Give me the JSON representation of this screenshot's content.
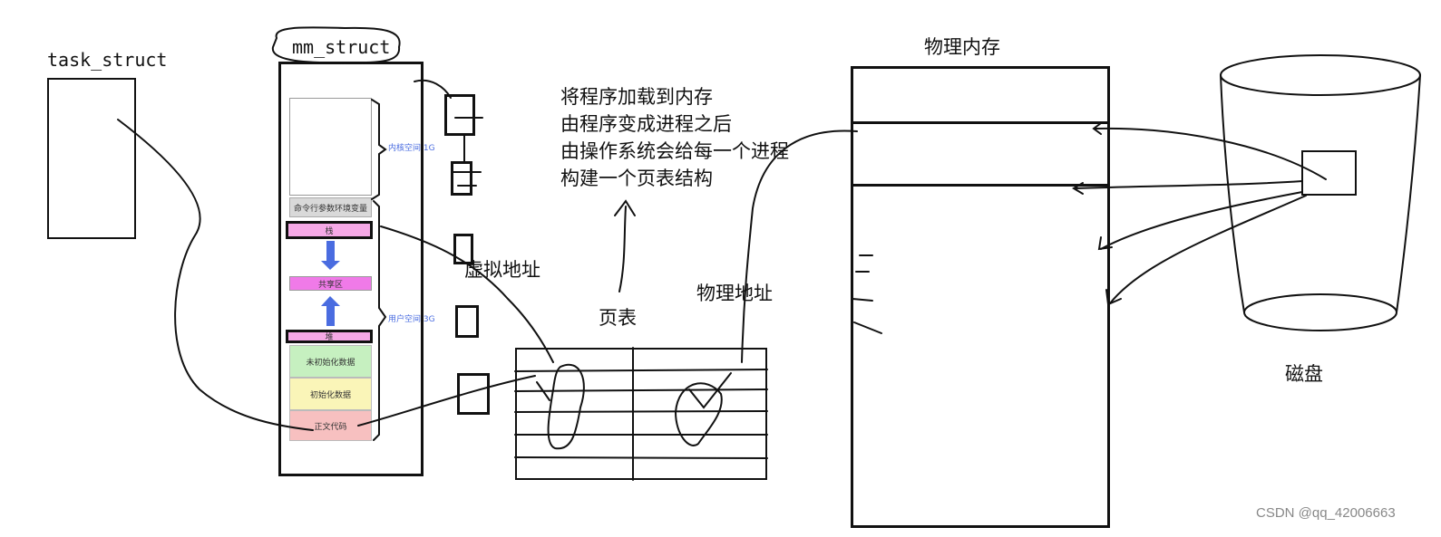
{
  "task_struct_label": "task_struct",
  "mm_struct_label": "mm_struct",
  "memory_layout": {
    "kernel_label": "内核空间 1G",
    "user_label": "用户空间 3G",
    "segments": {
      "cmdline": "命令行参数环境变量",
      "stack": "栈",
      "shared": "共享区",
      "heap": "堆",
      "bss": "未初始化数据",
      "data": "初始化数据",
      "text": "正文代码"
    }
  },
  "virtual_address_label": "虚拟地址",
  "page_table_label": "页表",
  "physical_address_label": "物理地址",
  "physical_memory_label": "物理内存",
  "disk_label": "磁盘",
  "note_lines": [
    "将程序加载到内存",
    "由程序变成进程之后",
    "由操作系统会给每一个进程",
    "构建一个页表结构"
  ],
  "watermark": "CSDN @qq_42006663",
  "colors": {
    "cmdline": "#d9d9d9",
    "stack": "#f5a8e6",
    "shared": "#f07ae8",
    "heap": "#f5a8e6",
    "bss": "#c6f0c0",
    "data": "#faf5b8",
    "text": "#f7c0c0",
    "arrow": "#4a6ce0"
  }
}
